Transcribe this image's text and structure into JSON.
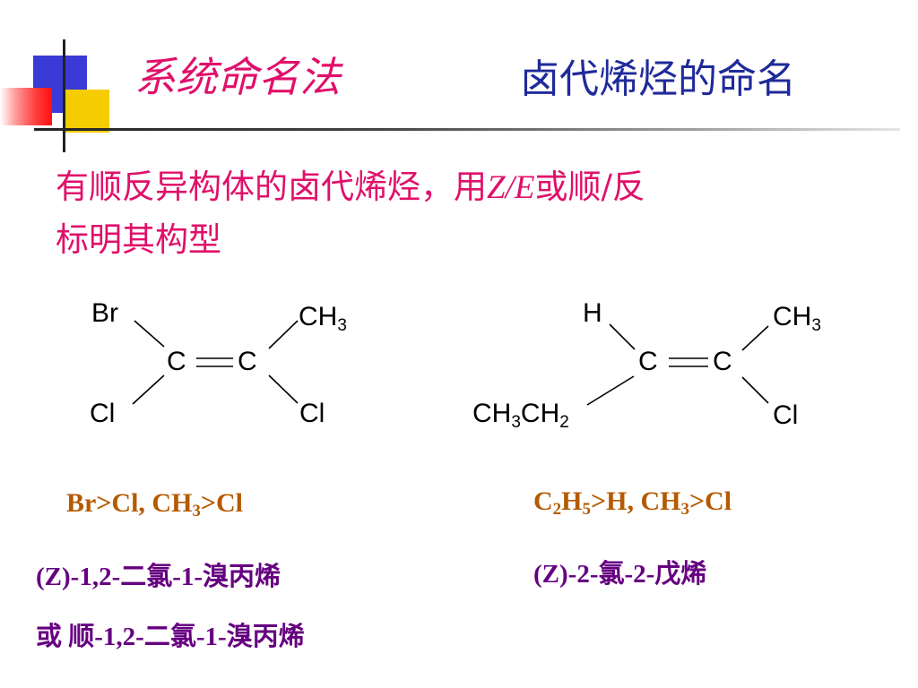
{
  "slide": {
    "title_left": "系统命名法",
    "title_right": "卤代烯烃的命名",
    "intro": {
      "line1_prefix": "有顺反异构体的卤代烯烃，用",
      "line1_italic": "Z/E",
      "line1_suffix": "或顺/反",
      "line2": "标明其构型"
    }
  },
  "molecule1": {
    "top_left": "Br",
    "top_right_main": "CH",
    "top_right_sub": "3",
    "carbon_left": "C",
    "carbon_right": "C",
    "bottom_left": "Cl",
    "bottom_right": "Cl",
    "priority": {
      "part1": "Br>Cl,  CH",
      "sub": "3",
      "part2": ">Cl"
    },
    "name1": "(Z)-1,2-二氯-1-溴丙烯",
    "name2": "或 顺-1,2-二氯-1-溴丙烯"
  },
  "molecule2": {
    "top_left": "H",
    "top_right_main": "CH",
    "top_right_sub": "3",
    "carbon_left": "C",
    "carbon_right": "C",
    "bottom_left_a": "CH",
    "bottom_left_sub1": "3",
    "bottom_left_b": "CH",
    "bottom_left_sub2": "2",
    "bottom_right": "Cl",
    "priority": {
      "p1": "C",
      "s1": "2",
      "p2": "H",
      "s2": "5",
      "p3": ">H,  CH",
      "s3": "3",
      "p4": ">Cl"
    },
    "name1": "(Z)-2-氯-2-戊烯"
  },
  "colors": {
    "title_left": "#e0106a",
    "title_right": "#1f2a9a",
    "intro": "#e0106a",
    "priority": "#b55a00",
    "names": "#660080"
  }
}
